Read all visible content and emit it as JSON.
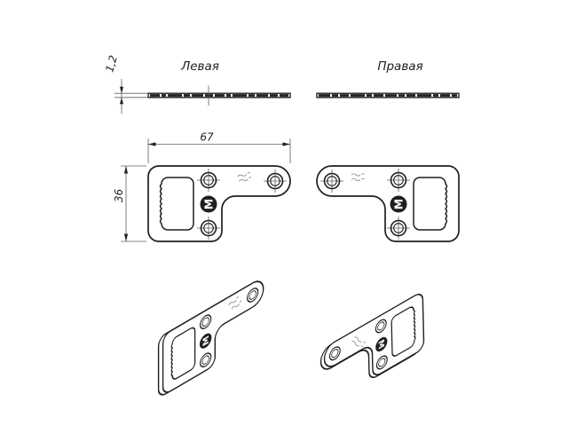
{
  "drawing": {
    "labels": {
      "left": "Левая",
      "right": "Правая"
    },
    "dimensions": {
      "thickness": "1,2",
      "width": "67",
      "height": "36"
    },
    "logo_letter": "M",
    "colors": {
      "line": "#1f1f1f",
      "thin_line": "#5f5f5f",
      "stamp": "#8f8f8f",
      "background": "#ffffff"
    }
  }
}
